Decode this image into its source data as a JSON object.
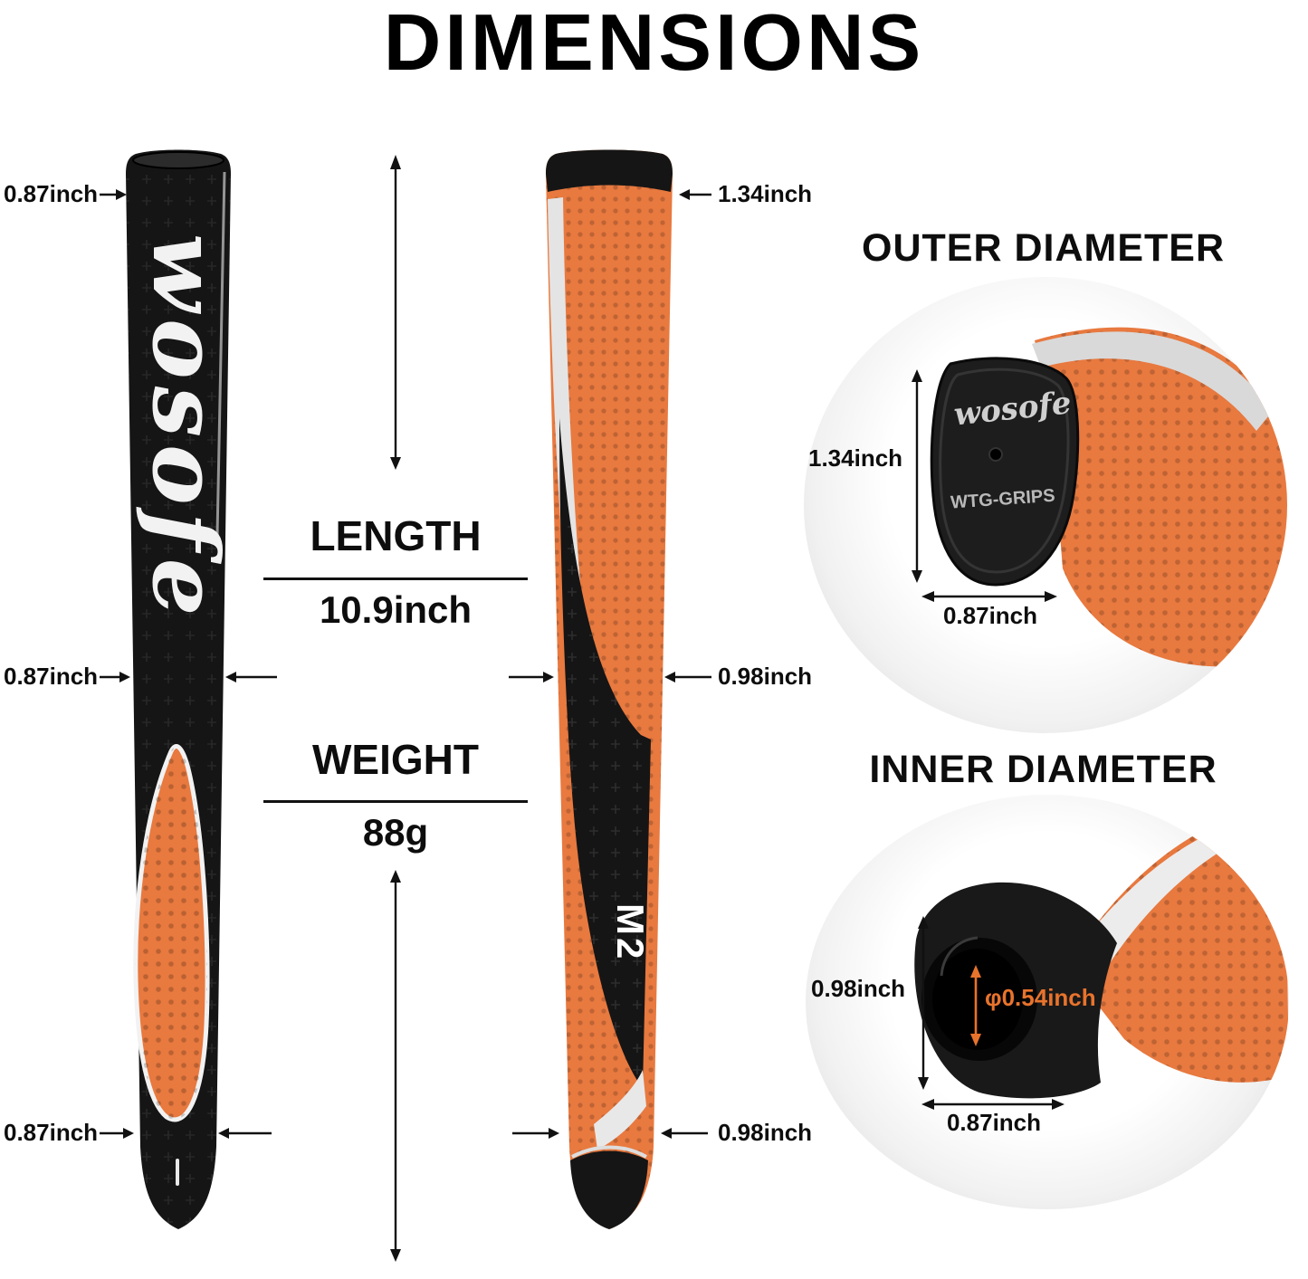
{
  "title": "DIMENSIONS",
  "front_grip": {
    "logo": "wosofe",
    "labels": {
      "top": "0.87inch",
      "middle": "0.87inch",
      "bottom": "0.87inch"
    }
  },
  "side_grip": {
    "model": "M2",
    "labels": {
      "top": "1.34inch",
      "middle": "0.98inch",
      "bottom": "0.98inch"
    }
  },
  "center": {
    "length_label": "LENGTH",
    "length_value": "10.9inch",
    "weight_label": "WEIGHT",
    "weight_value": "88g"
  },
  "outer_diameter": {
    "heading": "OUTER DIAMETER",
    "height_label": "1.34inch",
    "width_label": "0.87inch",
    "logo": "wosofe",
    "brand": "WTG-GRIPS"
  },
  "inner_diameter": {
    "heading": "INNER DIAMETER",
    "height_label": "0.98inch",
    "hole_label": "φ0.54inch",
    "width_label": "0.87inch"
  },
  "colors": {
    "orange": "#E8793F",
    "black": "#151515",
    "silver": "#DCDCDC"
  }
}
